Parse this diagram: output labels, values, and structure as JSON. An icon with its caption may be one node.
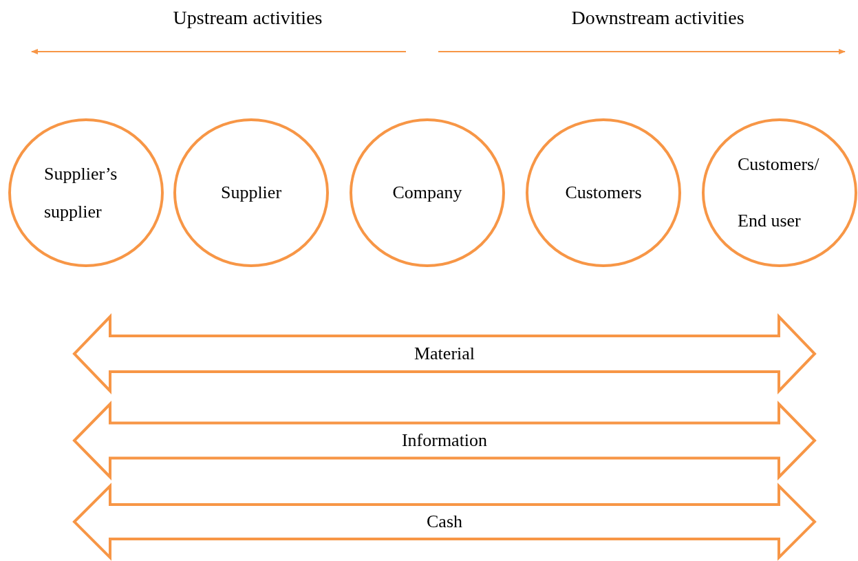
{
  "diagram": {
    "nodes": [
      {
        "text": [
          "Supplier’s supplier"
        ]
      },
      {
        "text": [
          "Supplier"
        ]
      },
      {
        "text": [
          "Company"
        ]
      },
      {
        "text": [
          "Customers"
        ]
      },
      {
        "text": [
          "Customers/ End user"
        ]
      },
      {
        "text": [
          "Material"
        ]
      },
      {
        "text": [
          "Information"
        ]
      },
      {
        "text": [
          "Cash"
        ]
      }
    ],
    "labels": [
      "Upstream activities",
      "Downstream activities"
    ]
  }
}
